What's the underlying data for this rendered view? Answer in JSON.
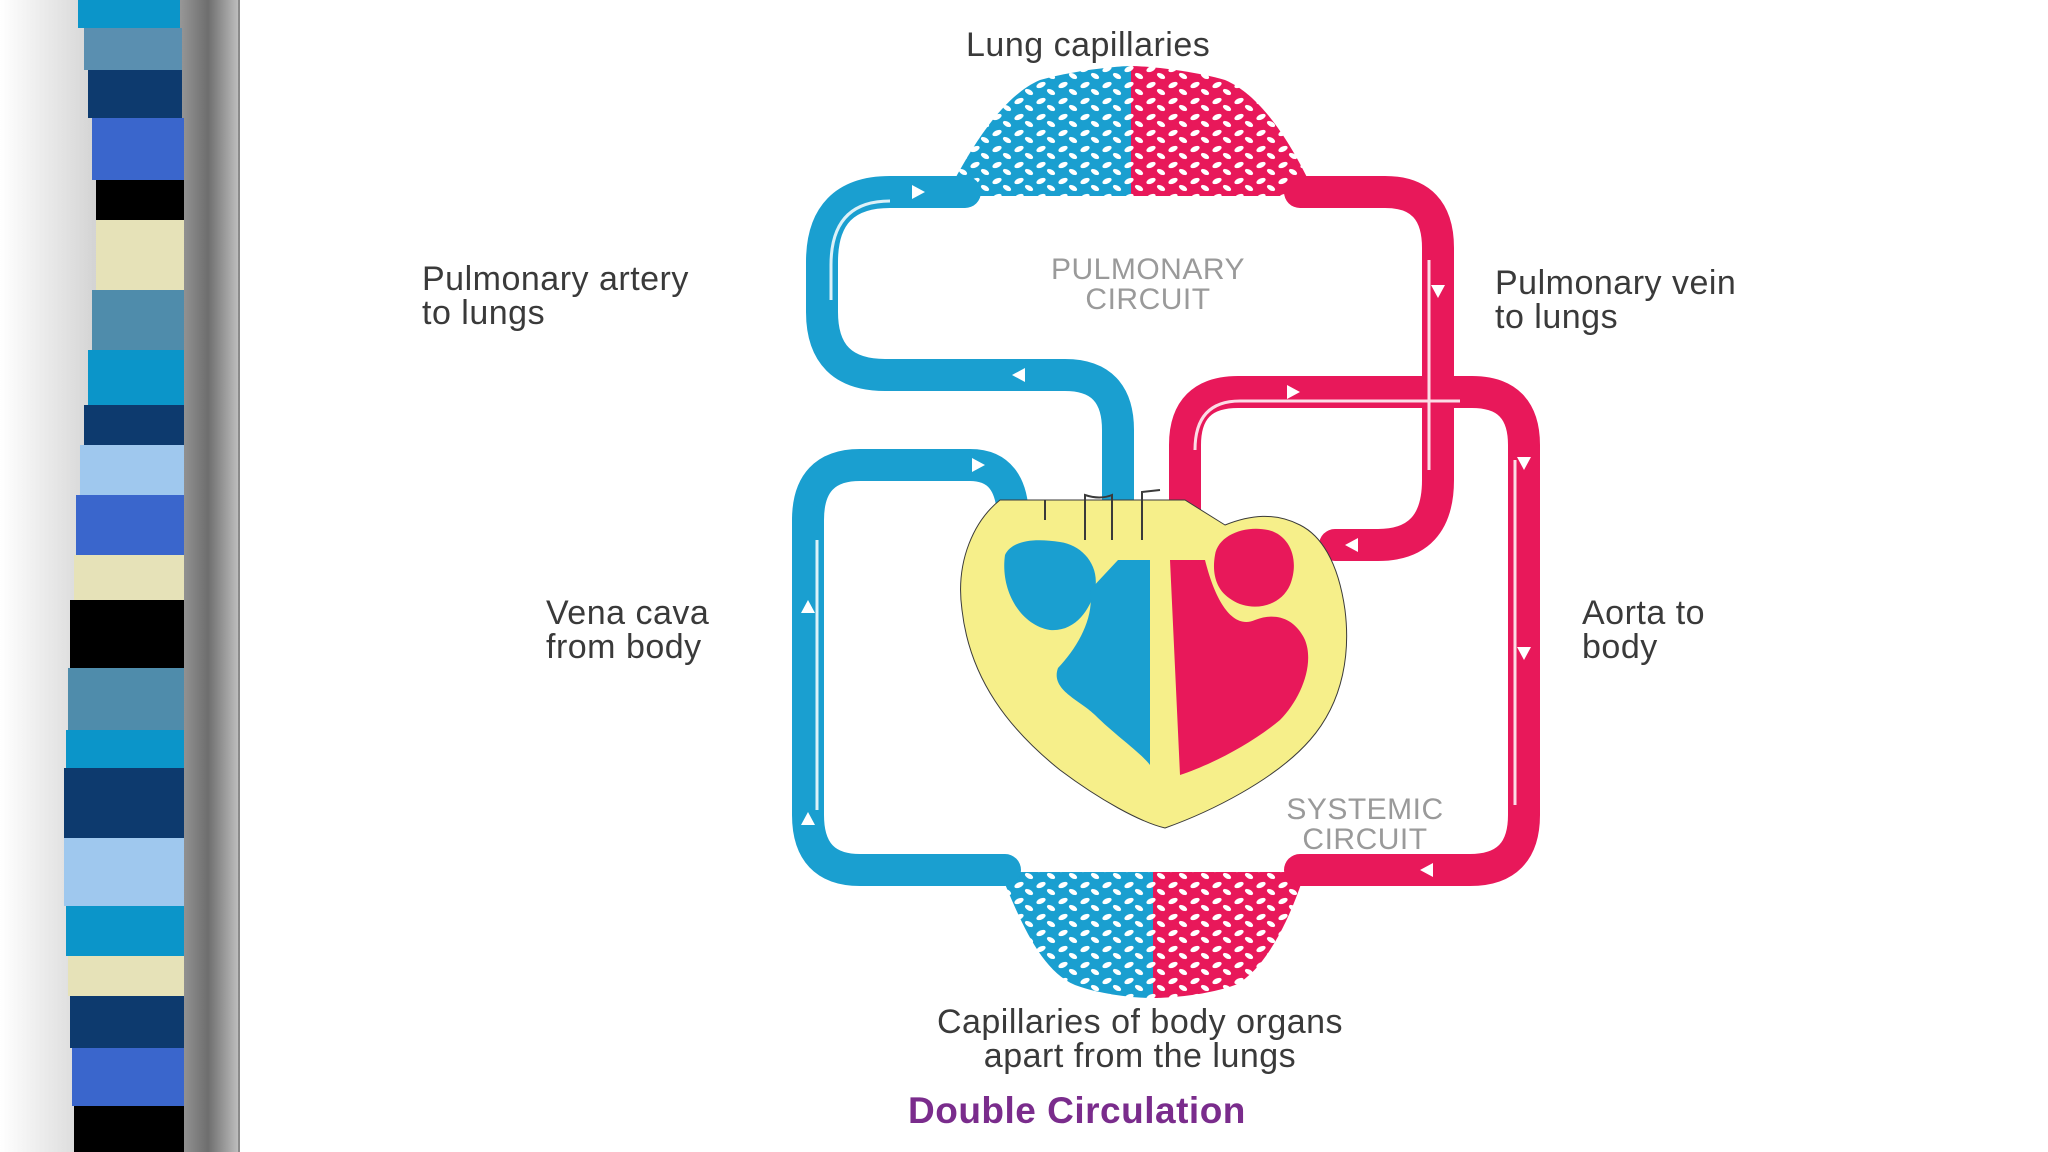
{
  "diagram": {
    "title": "Double Circulation",
    "labels": {
      "lung_capillaries": "Lung capillaries",
      "pulmonary_artery": "Pulmonary artery\nto lungs",
      "pulmonary_vein": "Pulmonary vein\nto lungs",
      "pulmonary_circuit": "PULMONARY\nCIRCUIT",
      "vena_cava": "Vena cava\nfrom body",
      "aorta": "Aorta to\nbody",
      "systemic_circuit": "SYSTEMIC\nCIRCUIT",
      "body_capillaries": "Capillaries of body organs\napart from the lungs"
    }
  },
  "colors": {
    "deoxygenated_blue": "#1a9fd0",
    "oxygenated_red": "#e8185a",
    "heart_wall_yellow": "#f6ef8a",
    "title_purple": "#7a2c8c"
  }
}
